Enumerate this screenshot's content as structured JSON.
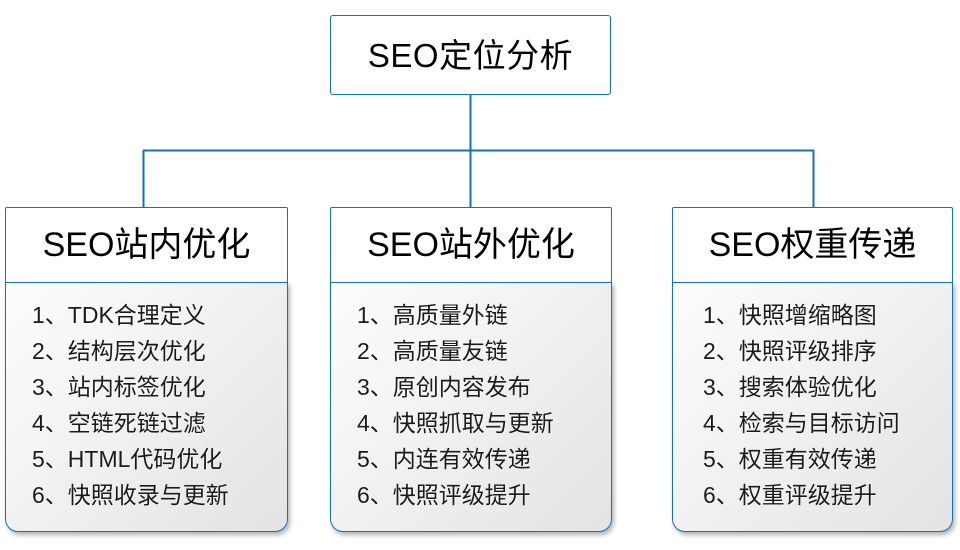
{
  "diagram": {
    "type": "org-tree",
    "orientation": "top-down",
    "colors": {
      "border": "#1072BD",
      "connector": "#1072BD",
      "header_background": "#FFFFFF",
      "body_background_start": "#FDFDFD",
      "body_background_end": "#E3E3E3",
      "text": "#000000"
    },
    "root": {
      "label": "SEO定位分析"
    },
    "branches": [
      {
        "header": "SEO站内优化",
        "items": [
          "1、TDK合理定义",
          "2、结构层次优化",
          "3、站内标签优化",
          "4、空链死链过滤",
          "5、HTML代码优化",
          "6、快照收录与更新"
        ]
      },
      {
        "header": "SEO站外优化",
        "items": [
          "1、高质量外链",
          "2、高质量友链",
          "3、原创内容发布",
          "4、快照抓取与更新",
          "5、内连有效传递",
          "6、快照评级提升"
        ]
      },
      {
        "header": "SEO权重传递",
        "items": [
          "1、快照增缩略图",
          "2、快照评级排序",
          "3、搜索体验优化",
          "4、检索与目标访问",
          "5、权重有效传递",
          "6、权重评级提升"
        ]
      }
    ]
  }
}
